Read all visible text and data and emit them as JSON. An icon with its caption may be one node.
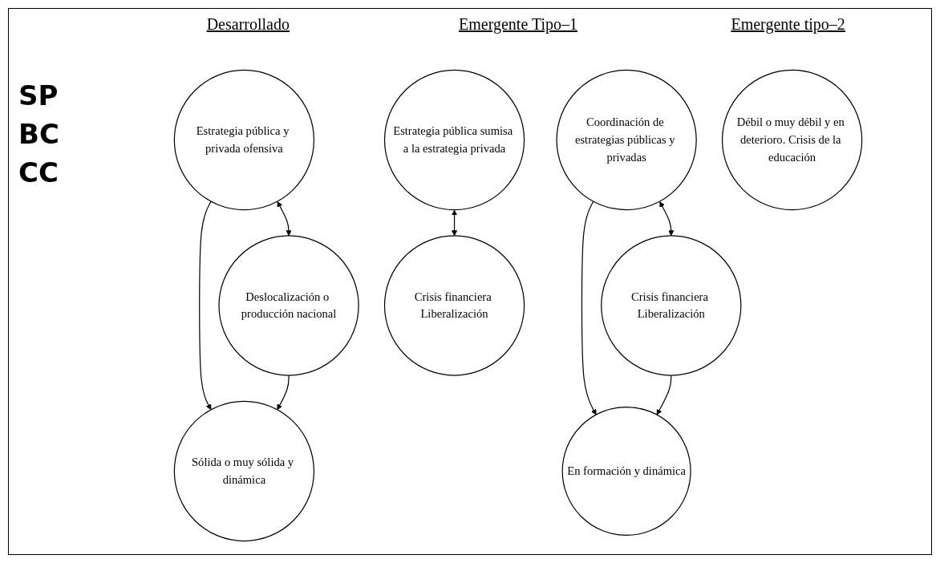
{
  "diagram": {
    "nodes": [
      {
        "text": [
          "Estrategia pública y privada ofensiva"
        ]
      },
      {
        "text": [
          "Coordinación de estrategias públicas y privadas"
        ]
      },
      {
        "text": [
          "Estrategia pública sumisa a la estrategia privada"
        ]
      },
      {
        "text": [
          "Sólida o muy sólida y dinámica"
        ]
      },
      {
        "text": [
          "En formación y dinámica"
        ]
      },
      {
        "text": [
          "Débil o muy débil y en deterioro. Crisis de la educación"
        ]
      },
      {
        "text": [
          "Deslocalización o producción nacional"
        ]
      },
      {
        "text": [
          "Crisis financiera Liberalización"
        ]
      },
      {
        "text": [
          "Crisis financiera Liberalización"
        ]
      }
    ],
    "edges": [
      {
        "from": 0,
        "to": 3,
        "arrow": "to"
      },
      {
        "from": 0,
        "to": 6,
        "arrow": "both"
      },
      {
        "from": 6,
        "to": 3,
        "arrow": "to"
      },
      {
        "from": 1,
        "to": 4,
        "arrow": "to"
      },
      {
        "from": 1,
        "to": 7,
        "arrow": "both"
      },
      {
        "from": 7,
        "to": 4,
        "arrow": "to"
      },
      {
        "from": 2,
        "to": 8,
        "arrow": "both"
      }
    ],
    "labels": [
      "Desarrollado",
      "Emergente Tipo–1",
      "Emergente tipo–2",
      "SP",
      "BC",
      "CC"
    ]
  }
}
